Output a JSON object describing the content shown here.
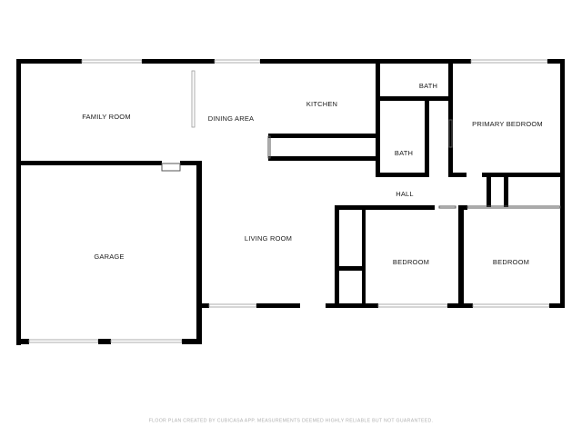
{
  "rooms": {
    "family_room": "FAMILY ROOM",
    "dining_area": "DINING AREA",
    "kitchen": "KITCHEN",
    "bath_upper": "BATH",
    "bath_lower": "BATH",
    "primary_bedroom": "PRIMARY BEDROOM",
    "hall": "HALL",
    "garage": "GARAGE",
    "living_room": "LIVING ROOM",
    "bedroom_middle": "BEDROOM",
    "bedroom_right": "BEDROOM"
  },
  "footer": {
    "disclaimer": "FLOOR PLAN CREATED BY CUBICASA APP. MEASUREMENTS DEEMED HIGHLY RELIABLE BUT NOT GUARANTEED."
  },
  "colors": {
    "wall": "#000000",
    "background": "#ffffff",
    "label": "#1a1a1a",
    "footer_text": "#b0b0b0"
  }
}
